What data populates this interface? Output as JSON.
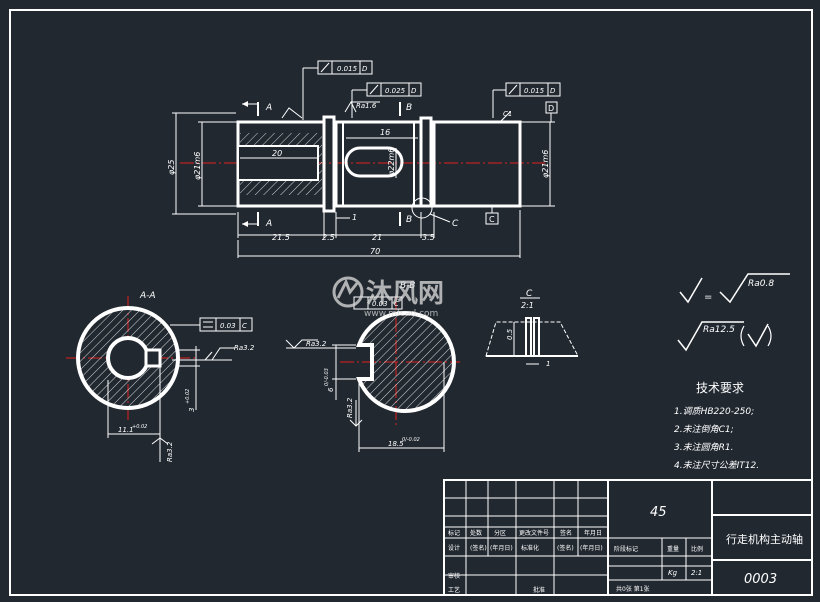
{
  "sections": {
    "section_aa": "A-A",
    "section_bb": "B-B",
    "detail_c": "C",
    "detail_scale": "2:1"
  },
  "datum_labels": [
    "A",
    "A",
    "B",
    "B",
    "C",
    "C",
    "D"
  ],
  "tolerances": {
    "runout_1": "0.015",
    "runout_1_datum": "D",
    "runout_2": "0.025",
    "runout_2_datum": "D",
    "runout_3": "0.015",
    "runout_3_datum": "D",
    "symmetry_aa": "0.03",
    "symmetry_aa_datum": "C",
    "symmetry_bb": "0.03",
    "symmetry_bb_datum": "C"
  },
  "roughness": {
    "top": "Ra1.6",
    "aa_side": "Ra3.2",
    "aa_bottom": "Ra3.2",
    "bb_left": "Ra3.2",
    "bb_bottom": "Ra3.2",
    "legend_rest": "Ra0.8",
    "legend_other": "Ra12.5",
    "legend_eq": "="
  },
  "dimensions": {
    "d25": "φ25",
    "d21_left": "φ21m6",
    "d22": "φ22m6",
    "d21_right": "φ21m6",
    "bore_len": "20",
    "slot_len": "16",
    "slot_gap": "1",
    "len_21_5": "21.5",
    "len_2_5": "2.5",
    "len_21": "21",
    "len_3_5": "3.5",
    "len_70": "70",
    "chamfer": "C1",
    "aa_keyway_w": "3",
    "aa_keyway_w_tol": "+0.02",
    "aa_depth": "11.1",
    "aa_depth_tol": "+0.02",
    "bb_width": "6",
    "bb_width_tol": "0/-0.03",
    "bb_depth": "18.5",
    "bb_depth_tol": "0/-0.02",
    "detail_05": "0.5",
    "detail_1": "1"
  },
  "tech_req": {
    "title": "技术要求",
    "items": [
      "1.调质HB220-250;",
      "2.未注倒角C1;",
      "3.未注圆角R1.",
      "4.未注尺寸公差IT12."
    ]
  },
  "title_block": {
    "material": "45",
    "part_name": "行走机构主动轴",
    "drawing_no": "0003",
    "row_labels": [
      "标记",
      "处数",
      "分区",
      "更改文件号",
      "签名",
      "年月日"
    ],
    "row2_labels": [
      "设计",
      "(签名)",
      "(年月日)",
      "标准化",
      "(签名)",
      "(年月日)"
    ],
    "stage_label": "阶段标记",
    "weight_label": "重量",
    "scale_label": "比例",
    "weight_unit": "Kg",
    "scale_value": "2:1",
    "review_label": "审核",
    "process_label": "工艺",
    "approve_label": "批准",
    "sheet_text": "共0张 第1张"
  },
  "watermark": {
    "brand": "沐风网",
    "url": "www.mfcad.com"
  }
}
